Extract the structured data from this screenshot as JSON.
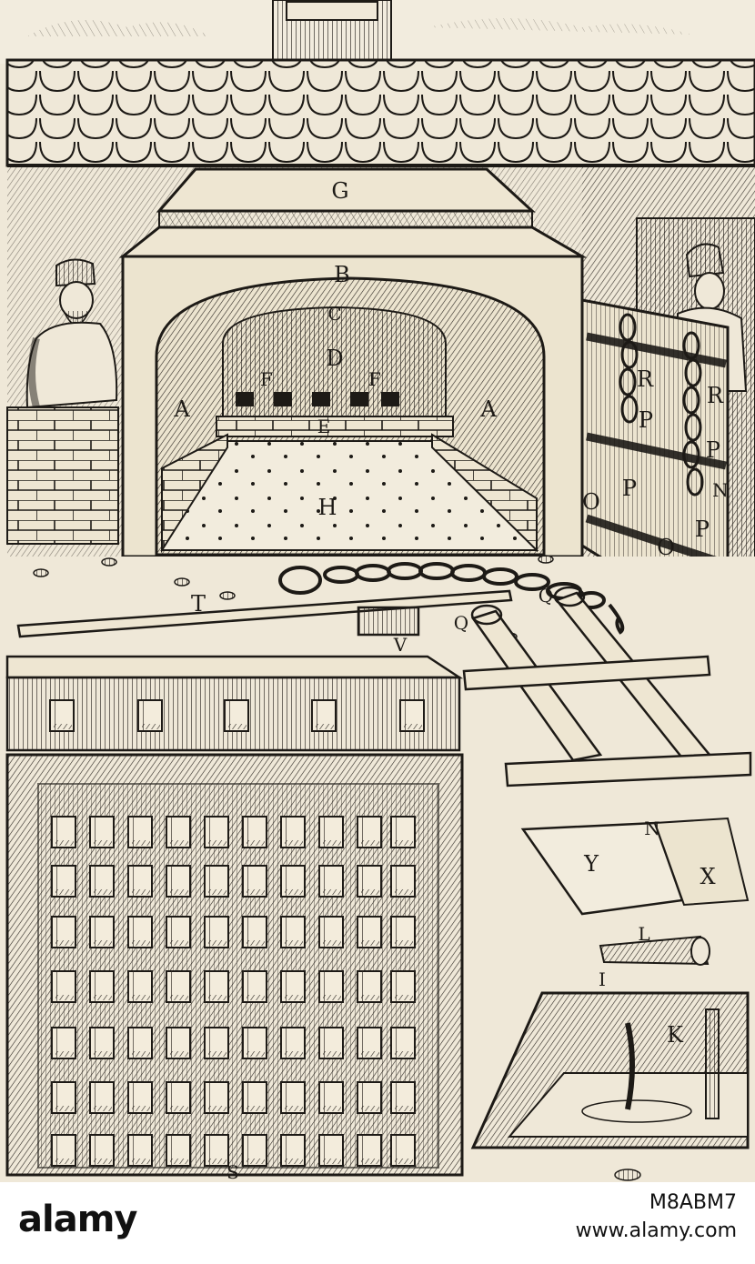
{
  "woodcut": {
    "labels": {
      "g": "G",
      "b": "B",
      "c": "C",
      "d": "D",
      "f1": "F",
      "f2": "F",
      "a1": "A",
      "a2": "A",
      "e": "E",
      "h": "H",
      "t": "T",
      "v": "V",
      "q1": "Q",
      "q2": "Q",
      "r1": "R",
      "r2": "R",
      "p1": "P",
      "p2": "P",
      "p3": "P",
      "p4": "P",
      "o1": "O",
      "o2": "O",
      "n1": "N",
      "n2": "N",
      "y": "Y",
      "x": "X",
      "l": "L",
      "i": "I",
      "k": "K",
      "s": "S"
    }
  },
  "footer": {
    "wordmark": "alamy",
    "image_id": "M8ABM7",
    "url": "www.alamy.com"
  },
  "colors": {
    "ink": "#1d1a16",
    "paper": "#efe8d8"
  }
}
